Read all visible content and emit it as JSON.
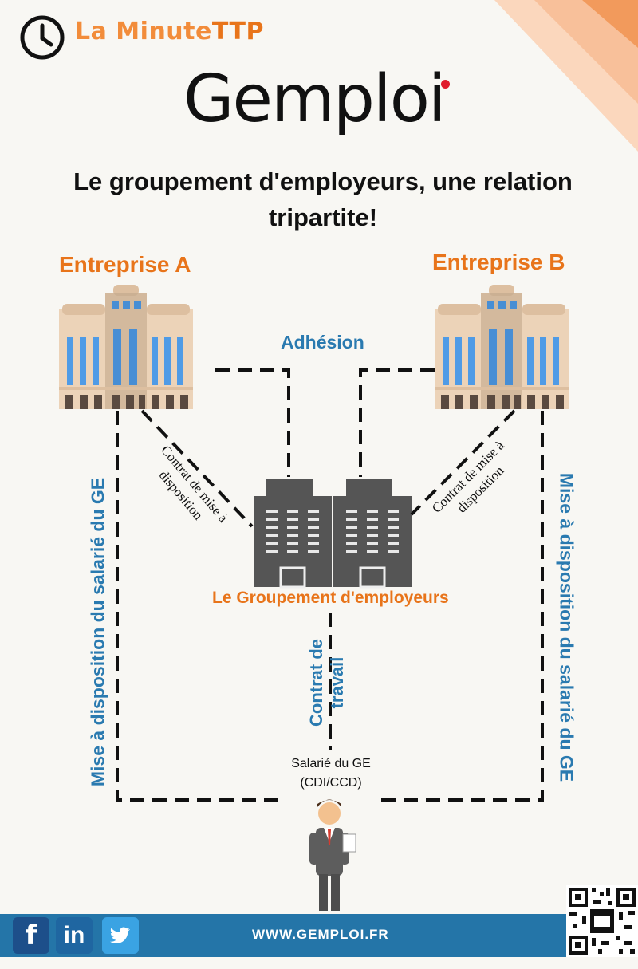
{
  "header": {
    "tag_part1": "La Minute",
    "tag_part2": "TTP",
    "brand": "Gemploi"
  },
  "headline": "Le groupement d'employeurs, une relation tripartite!",
  "entities": {
    "a": "Entreprise A",
    "b": "Entreprise B",
    "ge": "Le Groupement d'employeurs"
  },
  "labels": {
    "adhesion": "Adhésion",
    "contrat_mise_disposition": "Contrat de mise à disposition",
    "mise_disposition_salarie": "Mise à disposition du salarié du GE",
    "contrat_travail_line1": "Contrat de",
    "contrat_travail_line2": "travail",
    "salarie_line1": "Salarié du GE",
    "salarie_line2": "(CDI/CCD)"
  },
  "footer": {
    "url": "WWW.GEMPLOI.FR",
    "facebook": "f",
    "linkedin": "in",
    "twitter": "twitter"
  },
  "colors": {
    "orange": "#e8741a",
    "blue": "#2a7ab0",
    "footer": "#2475a8",
    "dark_building": "#555555"
  }
}
